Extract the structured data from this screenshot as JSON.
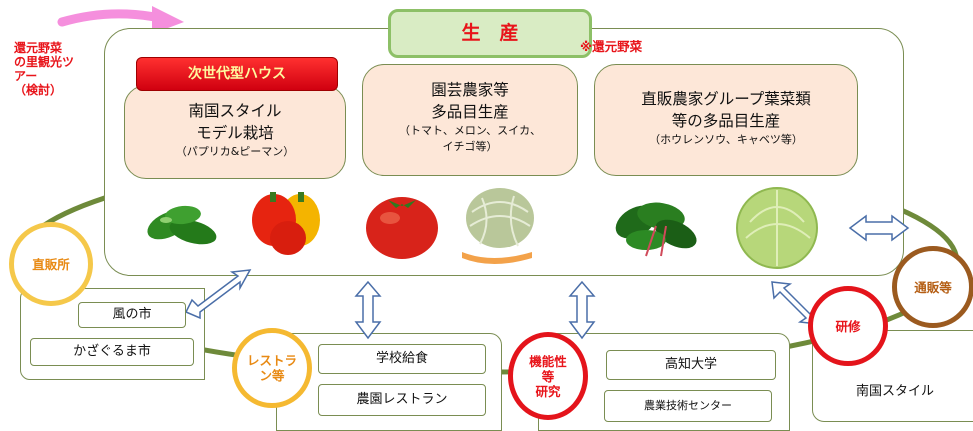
{
  "side_note": {
    "line1": "還元野菜",
    "line2": "の里観光ツ",
    "line3": "アー",
    "line4": "（検討）"
  },
  "production": {
    "title": "生　産",
    "note": "※還元野菜"
  },
  "next_gen": {
    "banner": "次世代型ハウス",
    "line1": "南国スタイル",
    "line2": "モデル栽培",
    "line3": "（パプリカ&ピーマン）"
  },
  "horticulture": {
    "line1": "園芸農家等",
    "line2": "多品目生産",
    "line3": "（トマト、メロン、スイカ、",
    "line4": "イチゴ等）"
  },
  "direct_group": {
    "line1": "直販農家グループ葉菜類",
    "line2": "等の多品目生産",
    "line3": "（ホウレンソウ、キャベツ等）"
  },
  "nodes": {
    "direct_store": "直販所",
    "restaurant_l1": "レストラ",
    "restaurant_l2": "ン等",
    "research_l1": "機能性",
    "research_l2": "等",
    "research_l3": "研究",
    "training": "研修",
    "mail_order": "通販等"
  },
  "outlets": {
    "kaze": "風の市",
    "kazaguruma": "かざぐるま市",
    "school_lunch": "学校給食",
    "farm_restaurant": "農園レストラン",
    "kochi_univ": "高知大学",
    "agri_center": "農業技術センター",
    "nangoku_style": "南国スタイル"
  },
  "colors": {
    "panel_fill": "#fde7d8",
    "banner_red": "#e8141a",
    "title_green_fill": "#d9ecc4",
    "title_text": "#e8141a",
    "ring_green": "#6e8a3a",
    "direct_ring": "#f5c84a",
    "restaurant_ring": "#f5b931",
    "research_ring": "#e4141b",
    "training_ring": "#e4141b",
    "mail_ring": "#9b5a1f",
    "arrow_pink": "#f58fdd"
  },
  "icons": [
    "pink-curved-arrow-icon",
    "double-arrow-icon"
  ]
}
